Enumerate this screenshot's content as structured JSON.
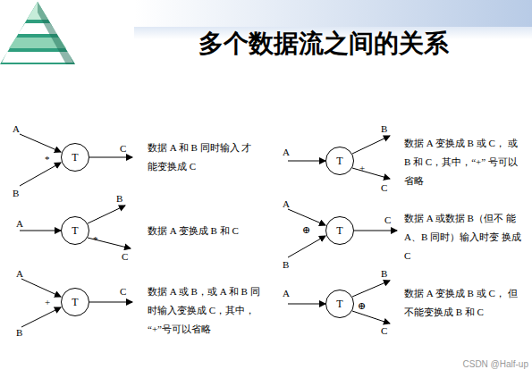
{
  "diagram": {
    "title": "多个数据流之间的关系",
    "nodes": [
      {
        "text": [
          "T"
        ]
      },
      {
        "text": [
          "T"
        ]
      },
      {
        "text": [
          "T"
        ]
      },
      {
        "text": [
          "T"
        ]
      },
      {
        "text": [
          "T"
        ]
      },
      {
        "text": [
          "T"
        ]
      }
    ],
    "labels": [
      "A",
      "*",
      "B",
      "C",
      "数据 A 和 B 同时输入 才能变换成 C",
      "A",
      "B",
      "*",
      "C",
      "数据 A 变换成 B 和 C",
      "A",
      "+",
      "B",
      "C",
      "数据 A 或 B，或 A 和 B 同时输入变换成 C，其中， “+”号可以省略",
      "A",
      "B",
      "+",
      "C",
      "数据 A 变换成 B 或 C， 或 B 和 C，其中，“+” 号可以省略",
      "A",
      "⊕",
      "B",
      "C",
      "数据 A 或数据 B（但不 能 A、B 同时）输入时变 换成 C",
      "A",
      "B",
      "⊕",
      "C",
      "数据 A 变换成 B 或 C， 但不能变换成 B 和 C",
      "CSDN @Half-up"
    ]
  }
}
